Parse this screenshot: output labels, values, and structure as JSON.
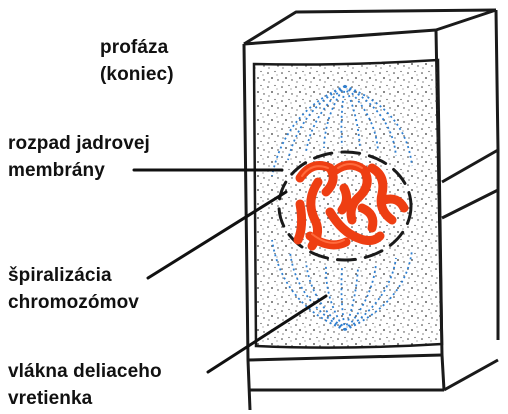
{
  "title": {
    "line1": "profáza",
    "line2": "(koniec)"
  },
  "labels": {
    "membrane": {
      "line1": "rozpad jadrovej",
      "line2": "membrány"
    },
    "chromosomes": {
      "line1": "špiralizácia",
      "line2": "chromozómov"
    },
    "spindle": {
      "line1": "vlákna deliaceho",
      "line2": "vretienka"
    }
  },
  "colors": {
    "outline": "#1a1a1a",
    "cytoplasm_dots": "#333333",
    "spindle_fibers": "#2f7fd0",
    "chromosomes": "#ee3e12"
  }
}
